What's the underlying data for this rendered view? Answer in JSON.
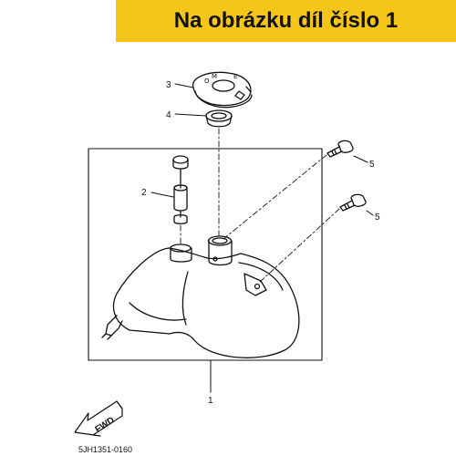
{
  "banner": {
    "text": "Na obrázku díl číslo 1",
    "background_color": "#f5c518"
  },
  "diagram": {
    "callouts": [
      "1",
      "2",
      "3",
      "4",
      "5",
      "5"
    ],
    "direction_label": "FWD",
    "part_code": "5JH1351-0160"
  }
}
